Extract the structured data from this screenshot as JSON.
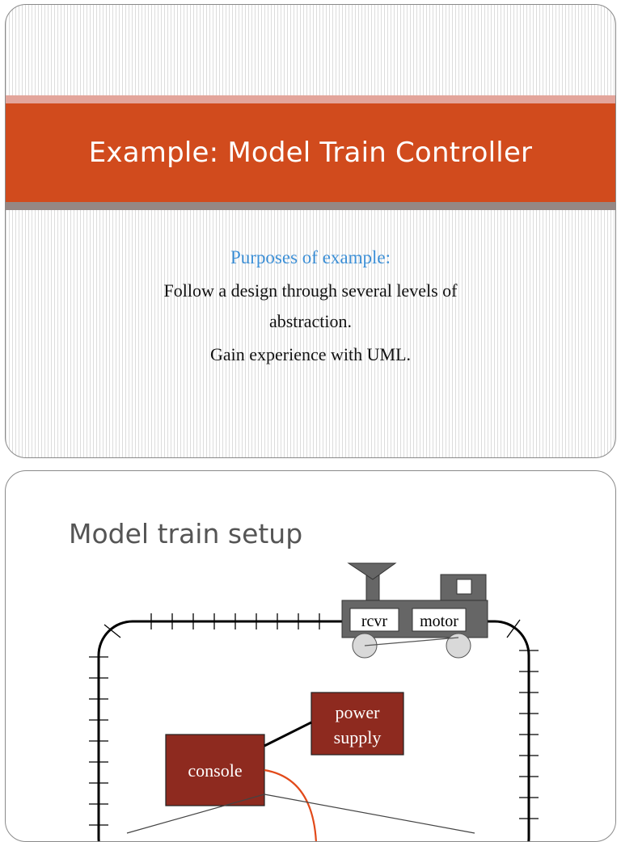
{
  "slide1": {
    "title": "Example: Model Train Controller",
    "subtitle": "Purposes of example:",
    "body": [
      "Follow a design through several levels of",
      "abstraction.",
      "Gain experience with UML."
    ]
  },
  "slide2": {
    "title": "Model train setup",
    "diagram": {
      "labels": {
        "rcvr": "rcvr",
        "motor": "motor",
        "power": "power",
        "supply": "supply",
        "console": "console"
      }
    }
  },
  "colors": {
    "title_band": "#d14b1d",
    "band_top": "#e3a59b",
    "band_bottom": "#958784",
    "subtitle": "#3c8fd6",
    "box_fill": "#8e2a1f",
    "locomotive": "#666666",
    "wire": "#e24a1a"
  }
}
